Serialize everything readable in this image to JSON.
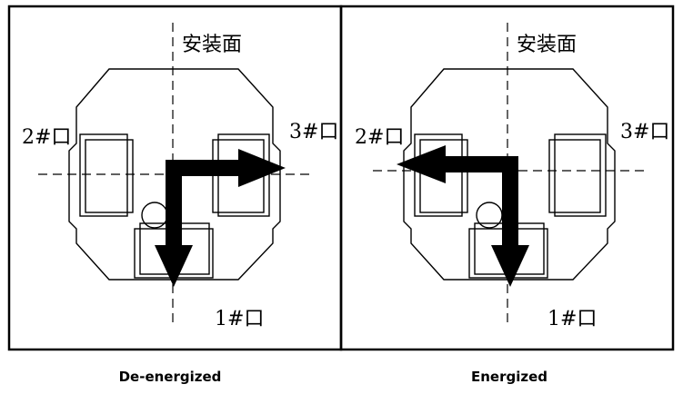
{
  "panels": [
    {
      "id": "de-energized",
      "mount_label": "安装面",
      "port_left": "2#口",
      "port_right": "3#口",
      "port_bottom": "1#口",
      "caption": "De-energized",
      "flow": "port1-to-port3"
    },
    {
      "id": "energized",
      "mount_label": "安装面",
      "port_left": "2#口",
      "port_right": "3#口",
      "port_bottom": "1#口",
      "caption": "Energized",
      "flow": "port1-to-port2"
    }
  ],
  "colors": {
    "line": "#000000",
    "background": "#ffffff"
  }
}
